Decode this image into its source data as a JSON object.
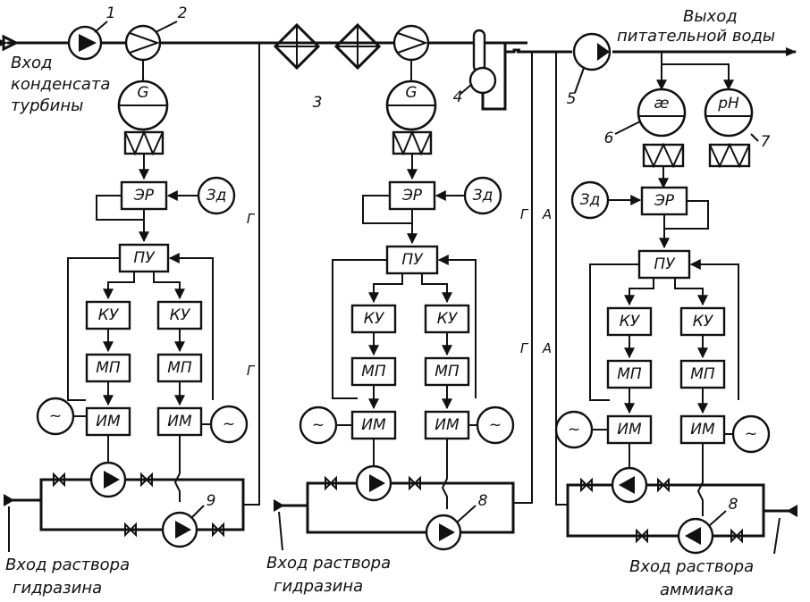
{
  "labels": {
    "inlet_condensate": [
      "Вход",
      "конденсата",
      "турбины"
    ],
    "outlet_feedwater": [
      "Выход",
      "питательной воды"
    ],
    "inlet_hydrazine": [
      "Вход раствора",
      "гидразина"
    ],
    "inlet_ammonia": [
      "Вход раствора",
      "аммиака"
    ]
  },
  "numbers": {
    "pump_1": "1",
    "pump_2": "2",
    "filters_3": "3",
    "deaerator_4": "4",
    "pump_5": "5",
    "conductometer_6": "6",
    "ph_meter_7": "7",
    "dosing_pump_8": "8",
    "dosing_pump_9": "9"
  },
  "blocks": {
    "generator": "G",
    "reference": "Зд",
    "regulator": "ЭР",
    "control_unit": "ПУ",
    "contactor": "КУ",
    "starter": "МП",
    "actuator": "ИМ",
    "conductivity": "æ",
    "ph": "pH"
  },
  "pipe_letters": {
    "hydrazine": "Г",
    "ammonia": "А"
  },
  "ac_symbol": "~"
}
